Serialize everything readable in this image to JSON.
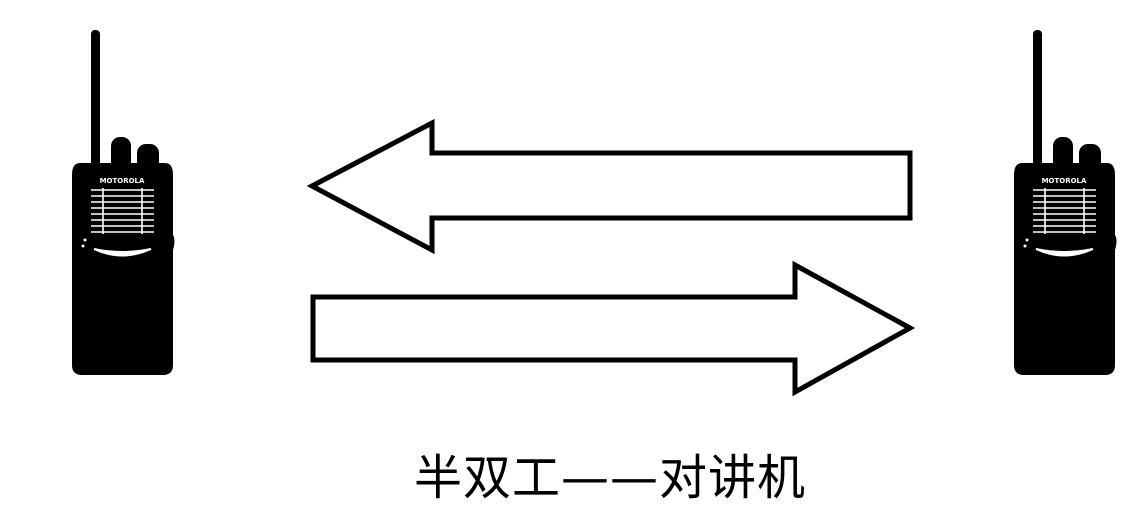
{
  "caption": "半双工——对讲机",
  "radios": [
    {
      "brand": "MOTOROLA"
    },
    {
      "brand": "MOTOROLA"
    }
  ],
  "arrows": [
    {
      "direction": "left"
    },
    {
      "direction": "right"
    }
  ],
  "colors": {
    "ink": "#000000",
    "background": "#ffffff"
  }
}
